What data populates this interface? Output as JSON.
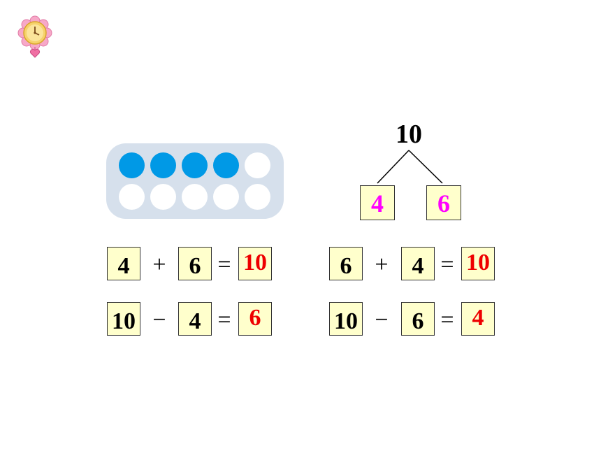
{
  "ornament": {
    "icon": "flower-clock-icon"
  },
  "ten_frame": {
    "filled_count": 4,
    "total": 10,
    "filled_color": "#0099e6",
    "empty_color": "#ffffff",
    "frame_color": "#d6e0ec"
  },
  "number_bond": {
    "total": "10",
    "left_part": "4",
    "right_part": "6",
    "part_color": "#ff00ff"
  },
  "equations": {
    "left_add": {
      "a": "4",
      "op": "+",
      "b": "6",
      "eq": "=",
      "result": "10"
    },
    "left_sub": {
      "a": "10",
      "op": "−",
      "b": "4",
      "eq": "=",
      "result": "6"
    },
    "right_add": {
      "a": "6",
      "op": "+",
      "b": "4",
      "eq": "=",
      "result": "10"
    },
    "right_sub": {
      "a": "10",
      "op": "−",
      "b": "6",
      "eq": "=",
      "result": "4"
    }
  },
  "colors": {
    "box_fill": "#ffffcc",
    "answer_color": "#ee0000"
  }
}
